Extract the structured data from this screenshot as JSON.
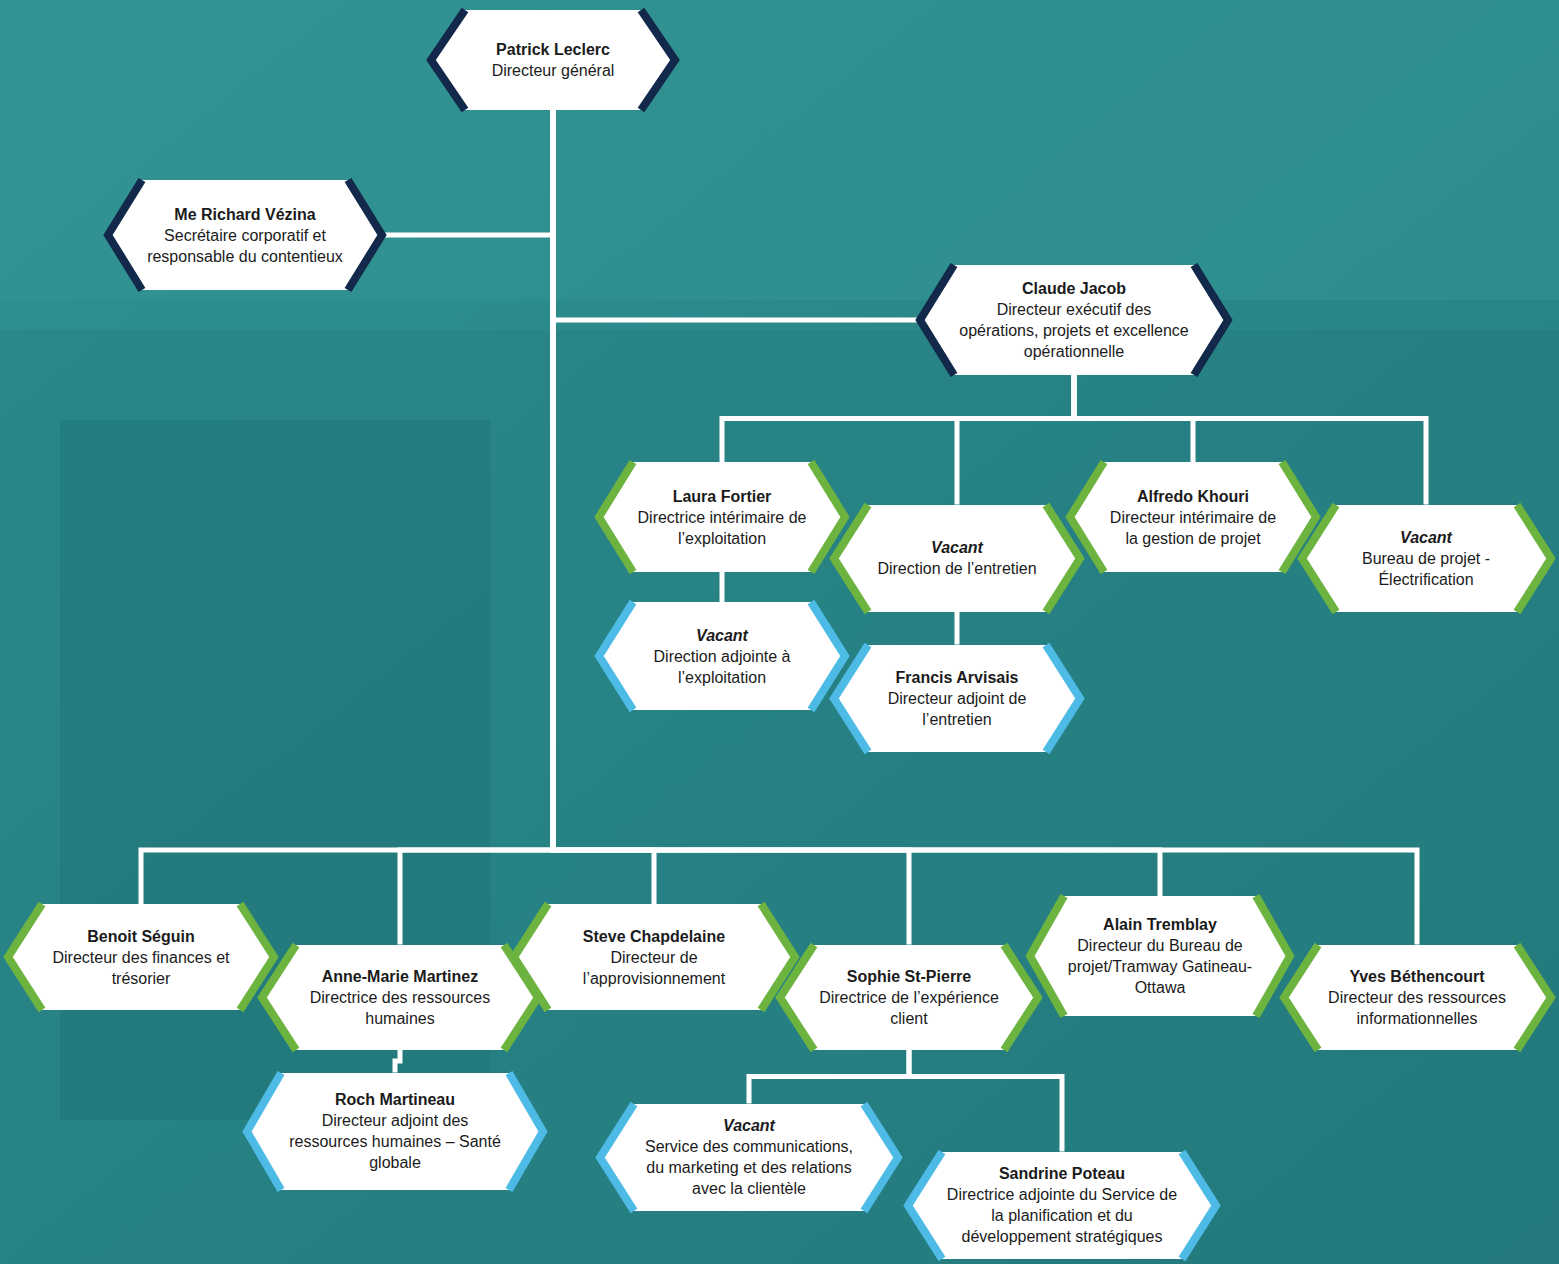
{
  "diagram": {
    "nodes": [
      {
        "text": [
          "Patrick Leclerc",
          "Directeur général"
        ]
      },
      {
        "text": [
          "Me Richard Vézina",
          "Secrétaire corporatif et responsable du contentieux"
        ]
      },
      {
        "text": [
          "Claude Jacob",
          "Directeur exécutif des opérations, projets et excellence opérationnelle"
        ]
      },
      {
        "text": [
          "Laura Fortier",
          "Directrice intérimaire de l’exploitation"
        ]
      },
      {
        "text": [
          "Vacant",
          "Direction de l’entretien"
        ]
      },
      {
        "text": [
          "Alfredo Khouri",
          "Directeur intérimaire de la gestion de projet"
        ]
      },
      {
        "text": [
          "Vacant",
          "Bureau de projet - Électrification"
        ]
      },
      {
        "text": [
          "Vacant",
          "Direction adjointe à l’exploitation"
        ]
      },
      {
        "text": [
          "Francis Arvisais",
          "Directeur adjoint de l’entretien"
        ]
      },
      {
        "text": [
          "Benoit Séguin",
          "Directeur des finances et trésorier"
        ]
      },
      {
        "text": [
          "Anne-Marie Martinez",
          "Directrice des ressources humaines"
        ]
      },
      {
        "text": [
          "Steve Chapdelaine",
          "Directeur de l’approvisionnement"
        ]
      },
      {
        "text": [
          "Sophie St-Pierre",
          "Directrice de l’expérience client"
        ]
      },
      {
        "text": [
          "Alain Tremblay",
          "Directeur du Bureau de projet/Tramway Gatineau-Ottawa"
        ]
      },
      {
        "text": [
          "Yves Béthencourt",
          "Directeur des ressources informationnelles"
        ]
      },
      {
        "text": [
          "Roch Martineau",
          "Directeur adjoint des ressources humaines – Santé globale"
        ]
      },
      {
        "text": [
          "Vacant",
          "Service des communications, du marketing et des relations avec la clientèle"
        ]
      },
      {
        "text": [
          "Sandrine Poteau",
          "Directrice adjointe du Service de la planification et du développement stratégiques"
        ]
      }
    ],
    "edges": [
      {
        "from": 0,
        "to": 1,
        "arrow": "none"
      },
      {
        "from": 0,
        "to": 2,
        "arrow": "none"
      },
      {
        "from": 2,
        "to": 3,
        "arrow": "none"
      },
      {
        "from": 2,
        "to": 4,
        "arrow": "none"
      },
      {
        "from": 2,
        "to": 5,
        "arrow": "none"
      },
      {
        "from": 2,
        "to": 6,
        "arrow": "none"
      },
      {
        "from": 3,
        "to": 7,
        "arrow": "none"
      },
      {
        "from": 4,
        "to": 8,
        "arrow": "none"
      },
      {
        "from": 0,
        "to": 9,
        "arrow": "none"
      },
      {
        "from": 0,
        "to": 10,
        "arrow": "none"
      },
      {
        "from": 0,
        "to": 11,
        "arrow": "none"
      },
      {
        "from": 0,
        "to": 12,
        "arrow": "none"
      },
      {
        "from": 0,
        "to": 13,
        "arrow": "none"
      },
      {
        "from": 0,
        "to": 14,
        "arrow": "none"
      },
      {
        "from": 10,
        "to": 15,
        "arrow": "none"
      },
      {
        "from": 12,
        "to": 16,
        "arrow": "none"
      },
      {
        "from": 12,
        "to": 17,
        "arrow": "none"
      }
    ]
  }
}
